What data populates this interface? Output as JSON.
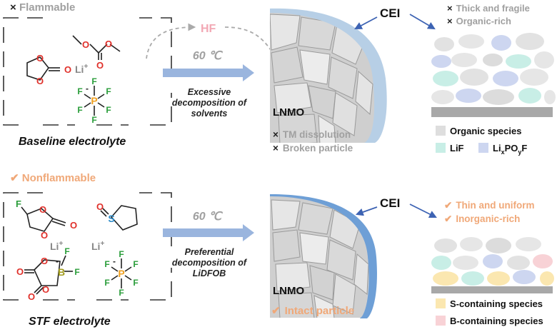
{
  "top": {
    "flag_mark": "×",
    "flag_label": "Flammable",
    "hf_label": "HF",
    "temp_label": "60 ℃",
    "process_lines": [
      "Excessive",
      "decomposition of",
      "solvents"
    ],
    "li_label": "Li",
    "li_sup": "+",
    "pf6_atoms": {
      "P": "P",
      "F": "F",
      "minus": "-"
    },
    "electrolyte_label": "Baseline electrolyte",
    "particle_label": "LNMO",
    "issues": [
      {
        "mark": "×",
        "text": "TM dissolution"
      },
      {
        "mark": "×",
        "text": "Broken particle"
      }
    ],
    "cei_label": "CEI",
    "cei_props": [
      {
        "mark": "×",
        "text": "Thick and fragile"
      },
      {
        "mark": "×",
        "text": "Organic-rich"
      }
    ],
    "legend": [
      {
        "text": "Organic species",
        "color": "#dedede"
      },
      {
        "text": "LiF",
        "color": "#c8eee6"
      },
      {
        "text_main": "Li",
        "sub_x": "x",
        "text_po": "PO",
        "sub_y": "y",
        "text_f": "F",
        "color": "#cdd6f0"
      }
    ]
  },
  "bottom": {
    "flag_mark": "✔",
    "flag_label": "Nonflammable",
    "temp_label": "60 ℃",
    "process_lines": [
      "Preferential",
      "decomposition of",
      "LiDFOB"
    ],
    "li_label": "Li",
    "li_sup": "+",
    "atoms": {
      "F": "F",
      "O": "O",
      "S": "S",
      "B": "B",
      "P": "P",
      "minus": "-"
    },
    "electrolyte_label": "STF electrolyte",
    "particle_label": "LNMO",
    "result_mark": "✔",
    "result_text": "Intact particle",
    "cei_label": "CEI",
    "cei_props": [
      {
        "mark": "✔",
        "text": "Thin and uniform"
      },
      {
        "mark": "✔",
        "text": "Inorganic-rich"
      }
    ],
    "legend": [
      {
        "text": "S-containing species",
        "color": "#fbe7b0"
      },
      {
        "text": "B-containing species",
        "color": "#f8d2d6"
      }
    ]
  },
  "colors": {
    "arrow_blue": "#9ab5de",
    "cei_top": "#b7cfe6",
    "cei_bottom": "#6e9fd6",
    "cathode": "#bdbdbd",
    "substrate": "#a8a8a8",
    "pointer": "#3d63b3",
    "oxygen_red": "#e0302a",
    "fluorine_green": "#2a9d3a",
    "phosphorus_orange": "#f0a020",
    "boron_olive": "#a09a1a",
    "sulfur_blue": "#2a8ac8",
    "hf_pink": "#f2a8b4",
    "check_orange": "#f0a878"
  }
}
